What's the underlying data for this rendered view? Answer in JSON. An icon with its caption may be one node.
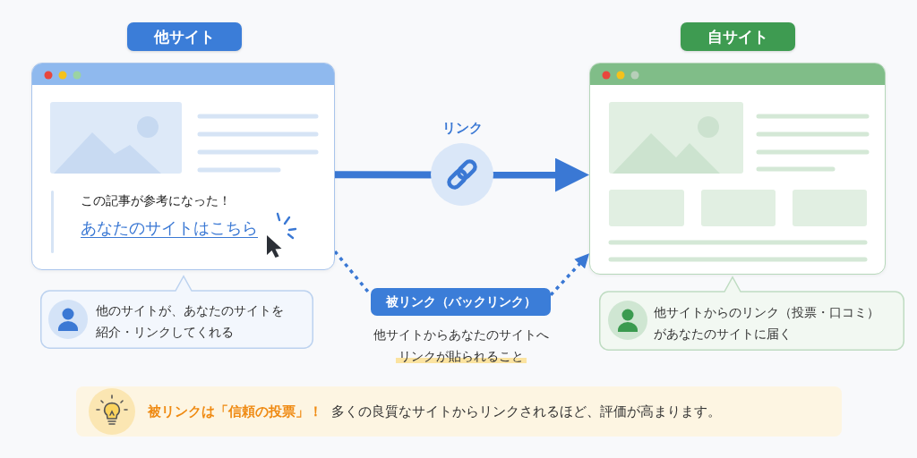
{
  "diagram": {
    "nodes": [
      {
        "text": [
          "他サイト"
        ]
      },
      {
        "text": [
          "この記事が参考になった！",
          "あなたのサイトはこちら"
        ]
      },
      {
        "text": [
          "自サイト"
        ]
      },
      {
        "text": [],
        "shape": "box"
      },
      {
        "text": [
          "他のサイトが、あなたのサイトを紹介・リンクしてくれる"
        ]
      },
      {
        "text": [
          "被リンク（バックリンク）"
        ],
        "beside": [
          "他サイトからあなたのサイトへリンクが貼られること"
        ]
      },
      {
        "text": [
          "他サイトからのリンク（投票・口コミ）があなたのサイトに届く"
        ]
      },
      {
        "text": [
          "被リンクは「信頼の投票」！",
          "多くの良質なサイトからリンクされるほど、評価が高まります。"
        ]
      }
    ],
    "edges": [
      {
        "from": 1,
        "to": 3,
        "arrow": "to",
        "label": "リンク",
        "style": "thick"
      },
      {
        "from": 1,
        "to": 5,
        "arrow": "none",
        "style": "dashed"
      },
      {
        "from": 5,
        "to": 3,
        "arrow": "to",
        "style": "dashed"
      }
    ]
  }
}
